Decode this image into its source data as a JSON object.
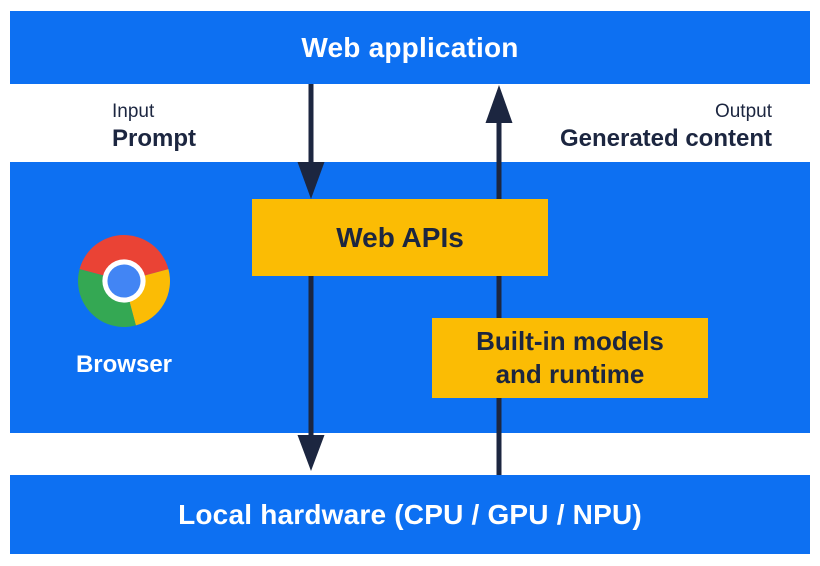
{
  "colors": {
    "blue": "#0d70f2",
    "yellow": "#fbbc04",
    "dark": "#1c2640",
    "white_text": "#ffffff",
    "page_bg": "#ffffff",
    "chrome_red": "#ea4335",
    "chrome_green": "#34a853",
    "chrome_yellow": "#fbbc05",
    "chrome_blue": "#4285f4"
  },
  "diagram": {
    "top_bar": {
      "label": "Web application"
    },
    "flow_labels": {
      "input_title": "Input",
      "input_value": "Prompt",
      "output_title": "Output",
      "output_value": "Generated content"
    },
    "browser_block": {
      "label": "Browser",
      "logo": "chrome-logo"
    },
    "web_apis_box": {
      "label": "Web APIs"
    },
    "models_box": {
      "label_line1": "Built-in models",
      "label_line2": "and runtime"
    },
    "bottom_bar": {
      "label": "Local hardware (CPU / GPU / NPU)"
    }
  }
}
